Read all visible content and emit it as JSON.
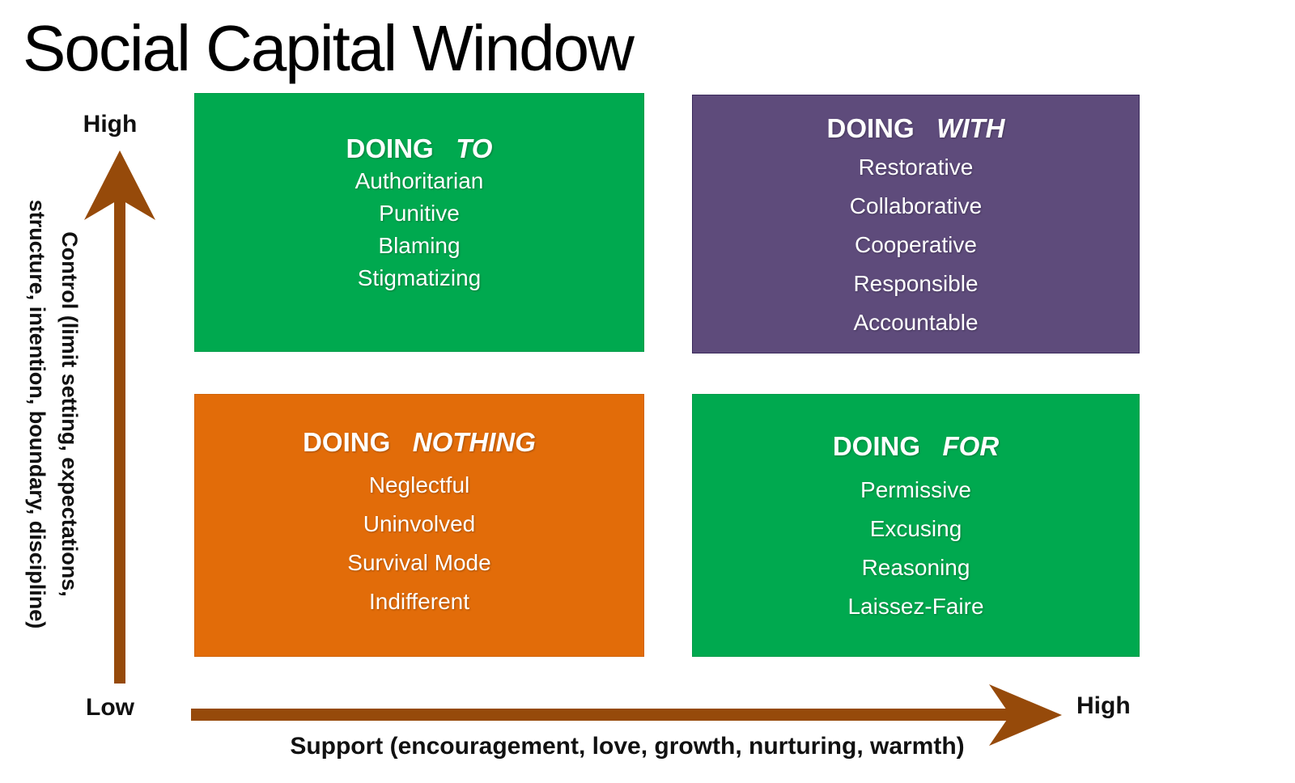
{
  "title": "Social Capital Window",
  "colors": {
    "quadrant_green": "#00A94F",
    "quadrant_purple": "#5E4B7B",
    "quadrant_orange": "#E26C09",
    "arrow_brown": "#964A0A"
  },
  "quadrants": [
    {
      "heading_plain": "DOING",
      "heading_italic": "TO",
      "items": [
        "Authoritarian",
        "Punitive",
        "Blaming",
        "Stigmatizing"
      ]
    },
    {
      "heading_plain": "DOING",
      "heading_italic": "WITH",
      "items": [
        "Restorative",
        "Collaborative",
        "Cooperative",
        "Responsible",
        "Accountable"
      ]
    },
    {
      "heading_plain": "DOING",
      "heading_italic": "NOTHING",
      "items": [
        "Neglectful",
        "Uninvolved",
        "Survival Mode",
        "Indifferent"
      ]
    },
    {
      "heading_plain": "DOING",
      "heading_italic": "FOR",
      "items": [
        "Permissive",
        "Excusing",
        "Reasoning",
        "Laissez-Faire"
      ]
    }
  ],
  "y_axis": {
    "high_label": "High",
    "low_label": "Low",
    "label_line1": "Control (limit setting, expectations,",
    "label_line2": "structure, intention, boundary, discipline)"
  },
  "x_axis": {
    "high_label": "High",
    "label": "Support (encouragement, love, growth, nurturing, warmth)"
  }
}
